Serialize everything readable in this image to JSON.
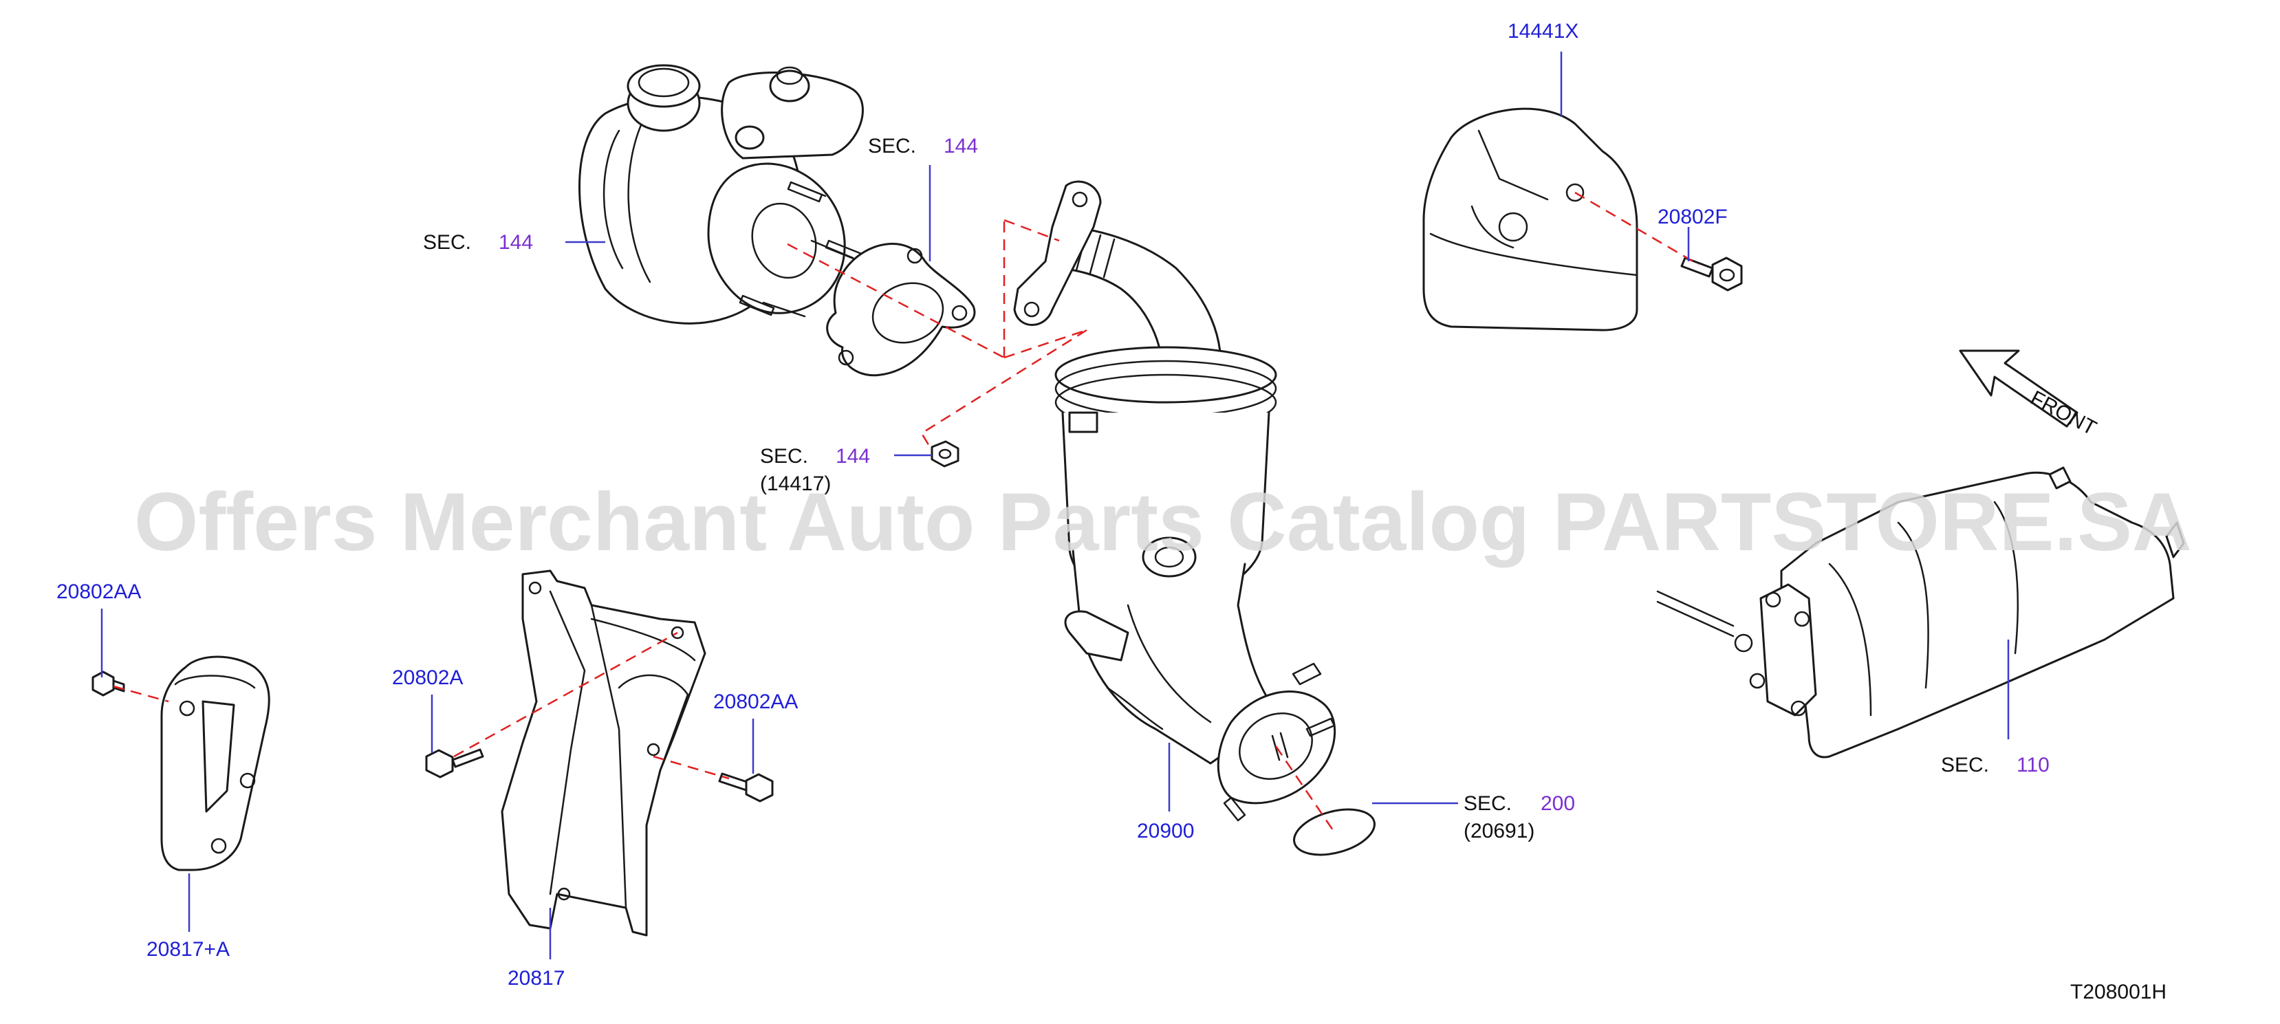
{
  "colors": {
    "part_number": "#1f1fd6",
    "section_number": "#7a2fd0",
    "label_black": "#111111",
    "leader": "#3b3bcc",
    "dash": "#e02020",
    "watermark": "#d9d9d9"
  },
  "watermark": "Offers Merchant Auto Parts Catalog PARTSTORE.SA",
  "diagram_code": "T208001H",
  "front_label": "FRONT",
  "labels": {
    "p14441x": "14441X",
    "p20802f": "20802F",
    "p20802aa_left": "20802AA",
    "p20802a": "20802A",
    "p20802aa_mid": "20802AA",
    "p20817a": "20817+A",
    "p20817": "20817",
    "p20900": "20900"
  },
  "sections": {
    "turbo": {
      "prefix": "SEC.",
      "number": "144"
    },
    "gasket_top": {
      "prefix": "SEC.",
      "number": "144"
    },
    "nut": {
      "prefix": "SEC.",
      "number": "144",
      "sub": "(14417)"
    },
    "seal": {
      "prefix": "SEC.",
      "number": "200",
      "sub": "(20691)"
    },
    "engine": {
      "prefix": "SEC.",
      "number": "110"
    }
  }
}
